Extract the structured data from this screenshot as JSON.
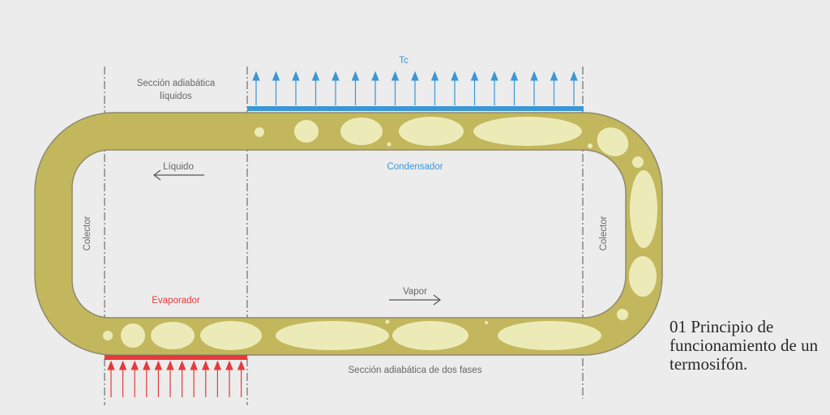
{
  "labels": {
    "tc": "Tc",
    "adiabatic_liquids": "Sección adiabática",
    "adiabatic_liquids_2": "líquidos",
    "liquid": "Líquido",
    "condenser": "Condensador",
    "collector_left": "Colector",
    "collector_right": "Colector",
    "evaporator": "Evaporador",
    "vapor": "Vapor",
    "adiabatic_two_phase": "Sección adiabática de dos fases"
  },
  "caption": {
    "number": "01",
    "text": "Principio de funcionamiento de un termosifón."
  },
  "colors": {
    "background": "#ececec",
    "pipe": "#c2b75c",
    "pipe_stroke": "#8e8a6e",
    "bubble": "#ecebb8",
    "condenser": "#3a97d6",
    "evaporator": "#e63a3a",
    "dash": "#555555",
    "text": "#666666"
  }
}
